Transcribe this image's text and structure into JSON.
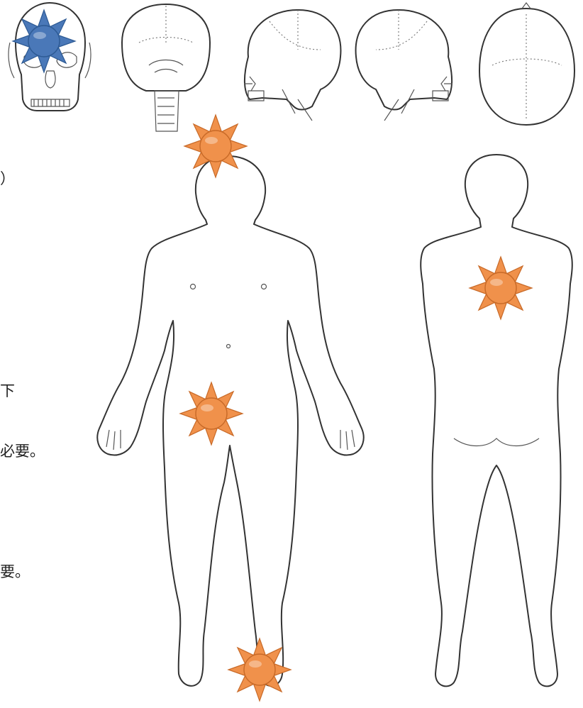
{
  "text_fragments": {
    "paren": "）",
    "shita": "下",
    "hitsuyou": "必要。",
    "you": "要。"
  },
  "markers": [
    {
      "id": "skull-front",
      "color": "#4a78b8",
      "edge": "#2d5a94"
    },
    {
      "id": "head-top",
      "color": "#f0914b",
      "edge": "#c86a28"
    },
    {
      "id": "back-upper",
      "color": "#f0914b",
      "edge": "#c86a28"
    },
    {
      "id": "groin",
      "color": "#f0914b",
      "edge": "#c86a28"
    },
    {
      "id": "ankle",
      "color": "#f0914b",
      "edge": "#c86a28"
    }
  ]
}
